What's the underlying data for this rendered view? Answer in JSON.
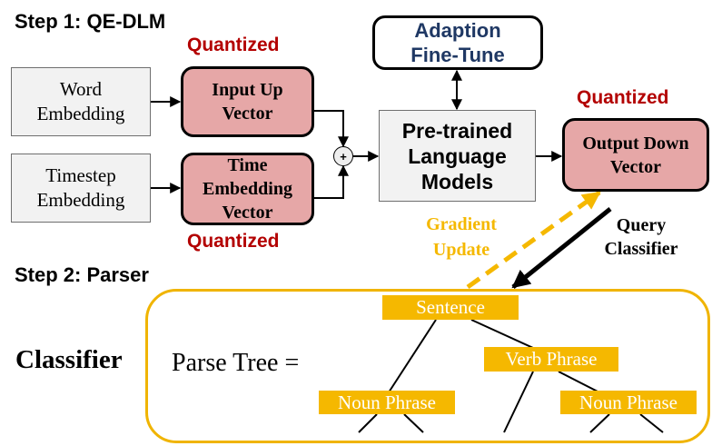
{
  "step1": {
    "title": "Step 1: QE-DLM"
  },
  "step2": {
    "title": "Step 2: Parser"
  },
  "quantized_label": "Quantized",
  "word_embedding": [
    "Word",
    "Embedding"
  ],
  "timestep_embedding": [
    "Timestep",
    "Embedding"
  ],
  "input_up_vector": [
    "Input Up",
    "Vector"
  ],
  "time_embedding_vector": [
    "Time",
    "Embedding",
    "Vector"
  ],
  "plus_symbol": "+",
  "pretrained_lm": [
    "Pre-trained",
    "Language",
    "Models"
  ],
  "adaption": [
    "Adaption",
    "Fine-Tune"
  ],
  "output_down_vector": [
    "Output Down",
    "Vector"
  ],
  "gradient_update": [
    "Gradient",
    "Update"
  ],
  "query_classifier": [
    "Query",
    "Classifier"
  ],
  "classifier_label": "Classifier",
  "parse_tree_label": "Parse Tree =",
  "tree": {
    "sentence": "Sentence",
    "verb_phrase": "Verb Phrase",
    "noun_phrase_left": "Noun Phrase",
    "noun_phrase_right": "Noun Phrase"
  },
  "colors": {
    "quantized_red": "#b30000",
    "pink_fill": "#e6a7a7",
    "adaption_blue": "#1f3864",
    "gold": "#f5b800",
    "frame_gold": "#f0b400",
    "grey_fill": "#f2f2f2"
  }
}
